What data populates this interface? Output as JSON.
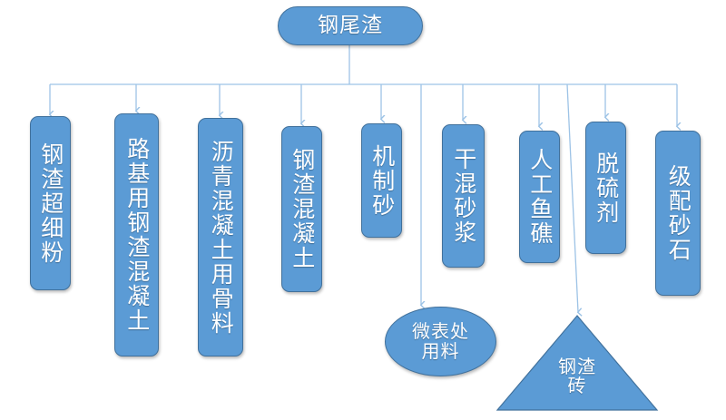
{
  "diagram": {
    "type": "tree",
    "title": "",
    "colors": {
      "node_fill": "#5B9BD5",
      "node_border": "#41719C",
      "connector": "#9DC3E6",
      "text": "#FFFFFF",
      "background": "#FFFFFF"
    },
    "root": {
      "label": "钢尾渣",
      "shape": "rounded-rectangle"
    },
    "children": [
      {
        "label": "钢渣超细粉",
        "shape": "rounded-rectangle",
        "orientation": "vertical"
      },
      {
        "label": "路基用钢渣混凝土",
        "shape": "rounded-rectangle",
        "orientation": "vertical"
      },
      {
        "label": "沥青混凝土用骨料",
        "shape": "rounded-rectangle",
        "orientation": "vertical"
      },
      {
        "label": "钢渣混凝土",
        "shape": "rounded-rectangle",
        "orientation": "vertical"
      },
      {
        "label": "机制砂",
        "shape": "rounded-rectangle",
        "orientation": "vertical"
      },
      {
        "label": "干混砂浆",
        "shape": "rounded-rectangle",
        "orientation": "vertical"
      },
      {
        "label": "人工鱼礁",
        "shape": "rounded-rectangle",
        "orientation": "vertical"
      },
      {
        "label": "脱硫剂",
        "shape": "rounded-rectangle",
        "orientation": "vertical"
      },
      {
        "label": "级配砂石",
        "shape": "rounded-rectangle",
        "orientation": "vertical"
      },
      {
        "label": "微表处用料",
        "shape": "ellipse",
        "orientation": "horizontal",
        "line1": "微表处",
        "line2": "用料"
      },
      {
        "label": "钢渣砖",
        "shape": "triangle",
        "orientation": "horizontal",
        "line1": "钢渣",
        "line2": "砖"
      }
    ]
  }
}
